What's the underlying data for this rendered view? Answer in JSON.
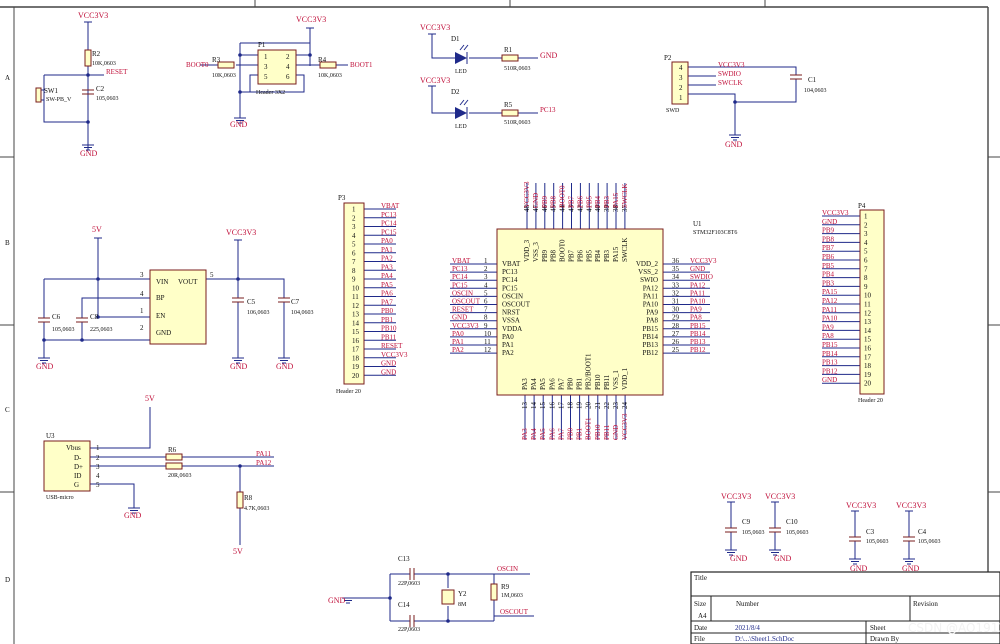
{
  "border": {
    "rows": [
      "A",
      "B",
      "C",
      "D"
    ]
  },
  "parts": {
    "R1": {
      "des": "R1",
      "val": "510R,0603"
    },
    "R2": {
      "des": "R2",
      "val": "10K,0603"
    },
    "R3": {
      "des": "R3",
      "val": "10K,0603"
    },
    "R4": {
      "des": "R4",
      "val": "10K,0603"
    },
    "R5": {
      "des": "R5",
      "val": "510R,0603"
    },
    "R6": {
      "des": "R6",
      "val": "20R,0603"
    },
    "R8": {
      "des": "R8",
      "val": "4.7K,0603"
    },
    "R9": {
      "des": "R9",
      "val": "1M,0603"
    },
    "C1": {
      "des": "C1",
      "val": "104,0603"
    },
    "C2": {
      "des": "C2",
      "val": "105,0603"
    },
    "C3": {
      "des": "C3",
      "val": "105,0603"
    },
    "C4": {
      "des": "C4",
      "val": "105,0603"
    },
    "C5": {
      "des": "C5",
      "val": "106,0603"
    },
    "C6": {
      "des": "C6",
      "val": "105,0603"
    },
    "C7": {
      "des": "C7",
      "val": "104,0603"
    },
    "C8": {
      "des": "C8",
      "val": "225,0603"
    },
    "C9": {
      "des": "C9",
      "val": "105,0603"
    },
    "C10": {
      "des": "C10",
      "val": "105,0603"
    },
    "C13": {
      "des": "C13",
      "val": "22P,0603"
    },
    "C14": {
      "des": "C14",
      "val": "22P,0603"
    },
    "D1": {
      "des": "D1",
      "val": "LED"
    },
    "D2": {
      "des": "D2",
      "val": "LED"
    },
    "SW1": {
      "des": "SW1",
      "val": "SW-PB_V"
    },
    "Y2": {
      "des": "Y2",
      "val": "8M"
    },
    "P1": {
      "des": "P1",
      "val": "Header 3X2",
      "pins": [
        "1",
        "2",
        "3",
        "4",
        "5",
        "6"
      ]
    },
    "P2": {
      "des": "P2",
      "val": "SWD",
      "pins": [
        "4",
        "3",
        "2",
        "1"
      ]
    },
    "P3": {
      "des": "P3",
      "val": "Header 20"
    },
    "P4": {
      "des": "P4",
      "val": "Header 20"
    },
    "U1": {
      "des": "U1",
      "val": "STM32F103C8T6"
    },
    "U2": {
      "pin_vin": "VIN",
      "pin_vout": "VOUT",
      "pin_bp": "BP",
      "pin_en": "EN",
      "pin_gnd": "GND",
      "n3": "3",
      "n5": "5",
      "n4": "4",
      "n1": "1",
      "n2": "2"
    },
    "U3": {
      "des": "U3",
      "val": "USB-micro",
      "pins": [
        "Vbus",
        "D-",
        "D+",
        "ID",
        "G"
      ],
      "nums": [
        "1",
        "2",
        "3",
        "4",
        "5"
      ]
    }
  },
  "power": {
    "vcc": "VCC3V3",
    "gnd": "GND",
    "v5": "5V"
  },
  "nets": {
    "reset": "RESET",
    "boot0": "BOOT0",
    "boot1": "BOOT1",
    "swdio": "SWDIO",
    "swclk": "SWCLK",
    "pc13": "PC13",
    "pa11": "PA11",
    "pa12": "PA12",
    "oscin": "OSCIN",
    "oscout": "OSCOUT"
  },
  "header20": {
    "pins": [
      "1",
      "2",
      "3",
      "4",
      "5",
      "6",
      "7",
      "8",
      "9",
      "10",
      "11",
      "12",
      "13",
      "14",
      "15",
      "16",
      "17",
      "18",
      "19",
      "20"
    ],
    "p3_nets": [
      "VBAT",
      "PC13",
      "PC14",
      "PC15",
      "PA0",
      "PA1",
      "PA2",
      "PA3",
      "PA4",
      "PA5",
      "PA6",
      "PA7",
      "PB0",
      "PB1",
      "PB10",
      "PB11",
      "RESET",
      "VCC3V3",
      "GND",
      "GND"
    ],
    "p4_nets": [
      "VCC3V3",
      "GND",
      "PB9",
      "PB8",
      "PB7",
      "PB6",
      "PB5",
      "PB4",
      "PB3",
      "PA15",
      "PA12",
      "PA11",
      "PA10",
      "PA9",
      "PA8",
      "PB15",
      "PB14",
      "PB13",
      "PB12",
      "GND"
    ]
  },
  "mcu": {
    "left_nets": [
      "VBAT",
      "PC13",
      "PC14",
      "PC15",
      "OSCIN",
      "OSCOUT",
      "RESET",
      "GND",
      "VCC3V3",
      "PA0",
      "PA1",
      "PA2"
    ],
    "left_names": [
      "VBAT",
      "PC13",
      "PC14",
      "PC15",
      "OSCIN",
      "OSCOUT",
      "NRST",
      "VSSA",
      "VDDA",
      "PA0",
      "PA1",
      "PA2"
    ],
    "left_nums": [
      "1",
      "2",
      "3",
      "4",
      "5",
      "6",
      "7",
      "8",
      "9",
      "10",
      "11",
      "12"
    ],
    "right_nets": [
      "VCC3V3",
      "GND",
      "SWDIO",
      "PA12",
      "PA11",
      "PA10",
      "PA9",
      "PA8",
      "PB15",
      "PB14",
      "PB13",
      "PB12"
    ],
    "right_names": [
      "VDD_2",
      "VSS_2",
      "SWIO",
      "PA12",
      "PA11",
      "PA10",
      "PA9",
      "PA8",
      "PB15",
      "PB14",
      "PB13",
      "PB12"
    ],
    "right_nums": [
      "36",
      "35",
      "34",
      "33",
      "32",
      "31",
      "30",
      "29",
      "28",
      "27",
      "26",
      "25"
    ],
    "top_names": [
      "VDD_3",
      "VSS_3",
      "PB9",
      "PB8",
      "BOOT0",
      "PB7",
      "PB6",
      "PB5",
      "PB4",
      "PB3",
      "PA15",
      "SWCLK"
    ],
    "top_nums": [
      "48",
      "47",
      "46",
      "45",
      "44",
      "43",
      "42",
      "41",
      "40",
      "39",
      "38",
      "37"
    ],
    "top_nets": [
      "VCC3V3",
      "GND",
      "PB9",
      "PB8",
      "BOOT0",
      "PB7",
      "PB6",
      "PB5",
      "PB4",
      "PB3",
      "PA15",
      "SWCLK"
    ],
    "bottom_names": [
      "PA3",
      "PA4",
      "PA5",
      "PA6",
      "PA7",
      "PB0",
      "PB1",
      "PB2/BOOT1",
      "PB10",
      "PB11",
      "VSS_1",
      "VDD_1"
    ],
    "bottom_nums": [
      "13",
      "14",
      "15",
      "16",
      "17",
      "18",
      "19",
      "20",
      "21",
      "22",
      "23",
      "24"
    ],
    "bottom_nets": [
      "PA3",
      "PA4",
      "PA5",
      "PA6",
      "PA7",
      "PB0",
      "PB1",
      "BOOT1",
      "PB10",
      "PB11",
      "GND",
      "VCC3V3"
    ]
  },
  "title_block": {
    "title_label": "Title",
    "size_label": "Size",
    "size_value": "A4",
    "number_label": "Number",
    "revision_label": "Revision",
    "date_label": "Date",
    "date_value": "2021/8/4",
    "sheet_label": "Sheet",
    "file_label": "File",
    "file_value": "D:\\...\\Sheet1.SchDoc",
    "drawn_label": "Drawn By"
  },
  "watermark": "CSDN @AO1913"
}
